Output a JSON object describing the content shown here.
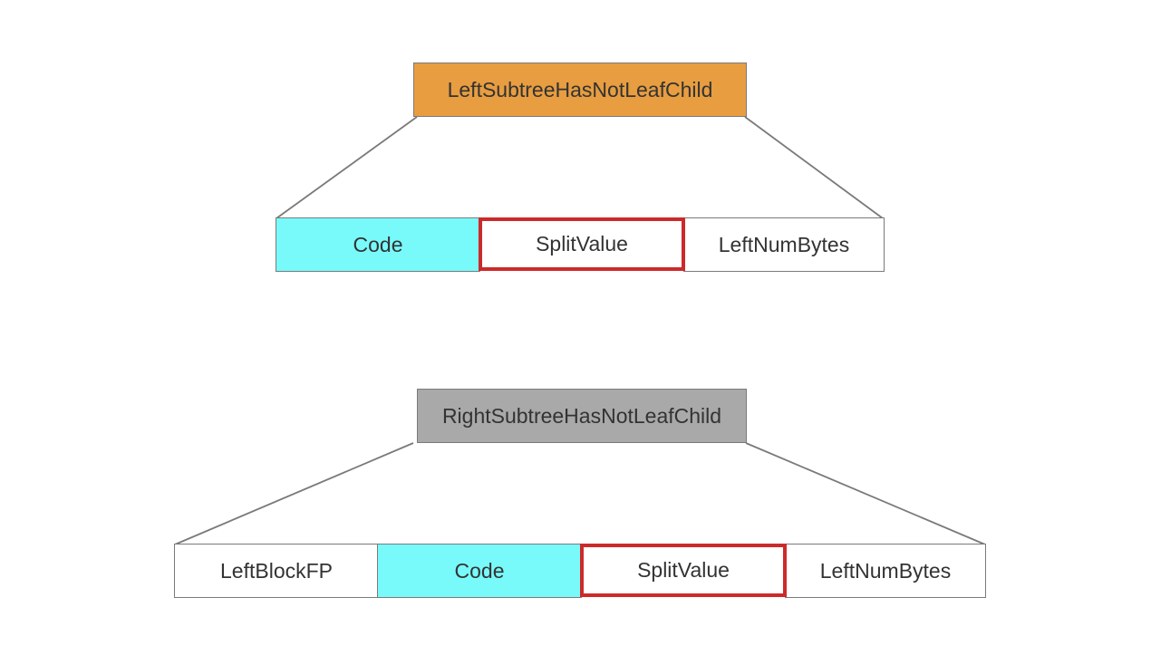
{
  "colors": {
    "left_node_fill": "#e89d40",
    "right_node_fill": "#a9a9a9",
    "code_field_fill": "#78fafb",
    "highlight_border": "#cc2a2a",
    "connector_line": "#7a7a7a"
  },
  "diagram_top": {
    "node_label": "LeftSubtreeHasNotLeafChild",
    "fields": [
      {
        "label": "Code"
      },
      {
        "label": "SplitValue"
      },
      {
        "label": "LeftNumBytes"
      }
    ]
  },
  "diagram_bottom": {
    "node_label": "RightSubtreeHasNotLeafChild",
    "fields": [
      {
        "label": "LeftBlockFP"
      },
      {
        "label": "Code"
      },
      {
        "label": "SplitValue"
      },
      {
        "label": "LeftNumBytes"
      }
    ]
  }
}
